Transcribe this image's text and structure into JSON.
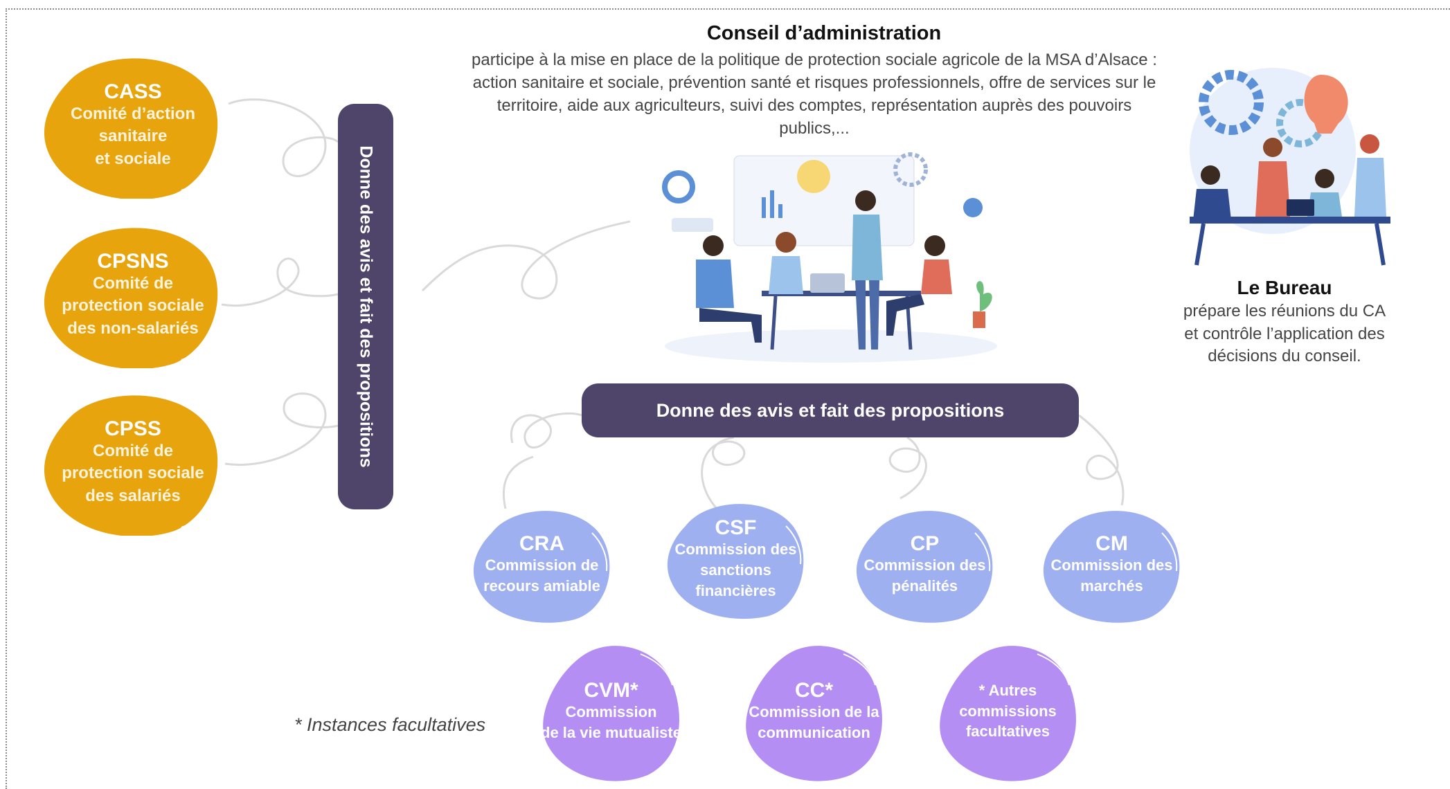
{
  "conseil": {
    "title": "Conseil d’administration",
    "description": "participe à la mise en place de la politique de protection sociale agricole de la MSA d’Alsace : action sanitaire et sociale, prévention santé et risques professionnels, offre de services sur le territoire, aide aux agriculteurs, suivi des comptes, représentation auprès des pouvoirs publics,..."
  },
  "bureau": {
    "title": "Le Bureau",
    "description": "prépare les réunions du CA\net contrôle l’application des\ndécisions du conseil."
  },
  "vertical_bar_label": "Donne des avis et fait des propositions",
  "horizontal_bar_label": "Donne des avis et fait des propositions",
  "comites": [
    {
      "abbr": "CASS",
      "full": "Comité d’action\nsanitaire\net sociale"
    },
    {
      "abbr": "CPSNS",
      "full": "Comité de\nprotection sociale\ndes non-salariés"
    },
    {
      "abbr": "CPSS",
      "full": "Comité de\nprotection sociale\ndes salariés"
    }
  ],
  "commissions": [
    {
      "abbr": "CRA",
      "full": "Commission de\nrecours amiable"
    },
    {
      "abbr": "CSF",
      "full": "Commission des\nsanctions\nfinancières"
    },
    {
      "abbr": "CP",
      "full": "Commission des\npénalités"
    },
    {
      "abbr": "CM",
      "full": "Commission des\nmarchés"
    }
  ],
  "facultatives": [
    {
      "abbr": "CVM*",
      "full": "Commission\nde la vie mutualiste"
    },
    {
      "abbr": "CC*",
      "full": "Commission de la\ncommunication"
    },
    {
      "abbr": "",
      "full": "* Autres\ncommissions\nfacultatives"
    }
  ],
  "footnote": "* Instances facultatives",
  "colors": {
    "orange": "#e8a40c",
    "blue": "#9fb0f0",
    "purple": "#b48ef2",
    "bar": "#4f456b"
  }
}
